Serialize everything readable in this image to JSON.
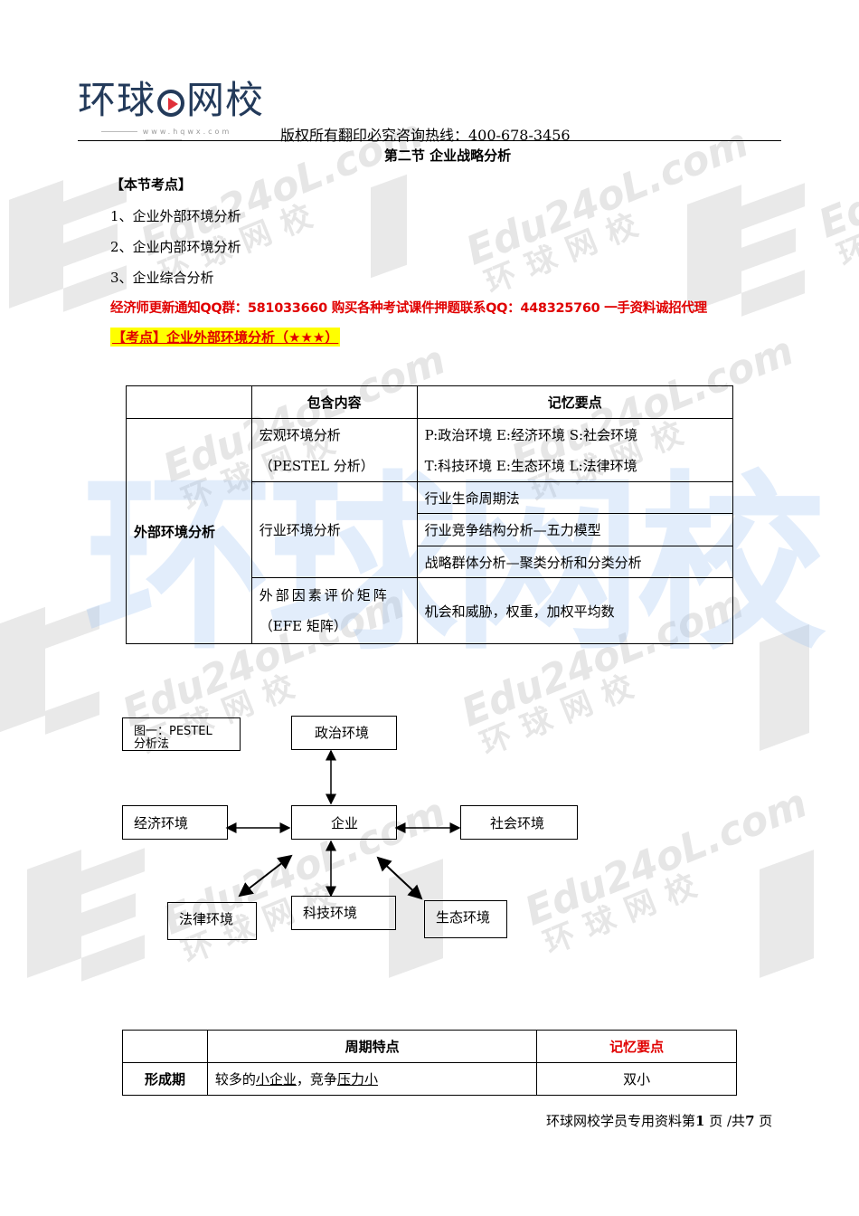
{
  "header": {
    "logo_text_left": "环球",
    "logo_text_right": "网校",
    "logo_url": "www.hqwx.com",
    "hotline": "版权所有翻印必究咨询热线：400-678-3456"
  },
  "watermark": {
    "site": "Edu24oL.com",
    "brand": "环球网校",
    "big_brand": "环球网校"
  },
  "section_title": "第二节  企业战略分析",
  "key_points": {
    "title": "【本节考点】",
    "items": [
      "1、企业外部环境分析",
      "2、企业内部环境分析",
      "3、企业综合分析"
    ]
  },
  "notice": "经济师更新通知QQ群：581033660 购买各种考试课件押题联系QQ：448325760 一手资料诚招代理",
  "kaodian_heading": "【考点】企业外部环境分析（★★★）",
  "table1": {
    "headers": [
      "",
      "包含内容",
      "记忆要点"
    ],
    "row_label": "外部环境分析",
    "rows": [
      {
        "content": [
          "宏观环境分析",
          "（PESTEL 分析）"
        ],
        "points": [
          "P:政治环境 E:经济环境 S:社会环境",
          "T:科技环境 E:生态环境 L:法律环境"
        ]
      },
      {
        "content": [
          "行业环境分析"
        ],
        "points": [
          "行业生命周期法",
          "行业竞争结构分析—五力模型",
          "战略群体分析—聚类分析和分类分析"
        ]
      },
      {
        "content": [
          "外部因素评价矩阵",
          "（EFE 矩阵）"
        ],
        "points": [
          "机会和威胁，权重，加权平均数"
        ]
      }
    ]
  },
  "diagram": {
    "caption_line1": "图一：PESTEL",
    "caption_line2": "分析法",
    "center": "企业",
    "nodes": {
      "political": "政治环境",
      "economic": "经济环境",
      "social": "社会环境",
      "legal": "法律环境",
      "technology": "科技环境",
      "ecological": "生态环境"
    }
  },
  "table2": {
    "headers": [
      "",
      "周期特点",
      "记忆要点"
    ],
    "rows": [
      {
        "stage": "形成期",
        "feature_parts": [
          "较多的",
          "小企业",
          "，竞争",
          "压力小"
        ],
        "point": "双小"
      }
    ]
  },
  "footer": {
    "prefix": "环球网校学员专用资料第",
    "page": "1",
    "mid": "页 /共",
    "total": "7",
    "suffix": "页"
  }
}
